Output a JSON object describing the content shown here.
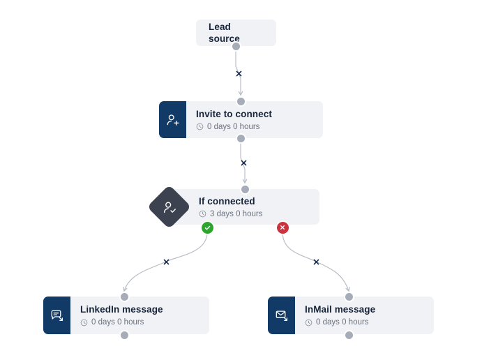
{
  "canvas": {
    "background": "#ffffff",
    "card_bg": "#f0f2f5",
    "icon_panel_color": "#113a66",
    "decision_color": "#3c4250",
    "edge_color": "#b9bec6",
    "anchor_color": "#a6acb8",
    "yes_color": "#2ea52e",
    "no_color": "#c9353f",
    "title_color": "#17243a",
    "subtitle_color": "#6b7280"
  },
  "nodes": {
    "lead_source": {
      "title": "Lead source",
      "icon": "none"
    },
    "invite": {
      "title": "Invite to connect",
      "delay": "0 days 0 hours",
      "icon": "person-add-icon"
    },
    "if_connected": {
      "title": "If connected",
      "delay": "3 days 0 hours",
      "icon": "person-check-icon",
      "yes_badge": "check-icon",
      "no_badge": "close-icon"
    },
    "linkedin_message": {
      "title": "LinkedIn message",
      "delay": "0 days 0 hours",
      "icon": "chat-bubble-arrow-icon"
    },
    "inmail_message": {
      "title": "InMail message",
      "delay": "0 days 0 hours",
      "icon": "envelope-arrow-icon"
    }
  },
  "edges": [
    {
      "id": "lead-to-invite",
      "from": "lead_source",
      "to": "invite",
      "marker": "remove-edge-icon"
    },
    {
      "id": "invite-to-if",
      "from": "invite",
      "to": "if_connected",
      "marker": "remove-edge-icon"
    },
    {
      "id": "if-yes-to-linkedin",
      "from": "if_connected",
      "to": "linkedin_message",
      "branch": "yes",
      "marker": "remove-edge-icon"
    },
    {
      "id": "if-no-to-inmail",
      "from": "if_connected",
      "to": "inmail_message",
      "branch": "no",
      "marker": "remove-edge-icon"
    }
  ]
}
